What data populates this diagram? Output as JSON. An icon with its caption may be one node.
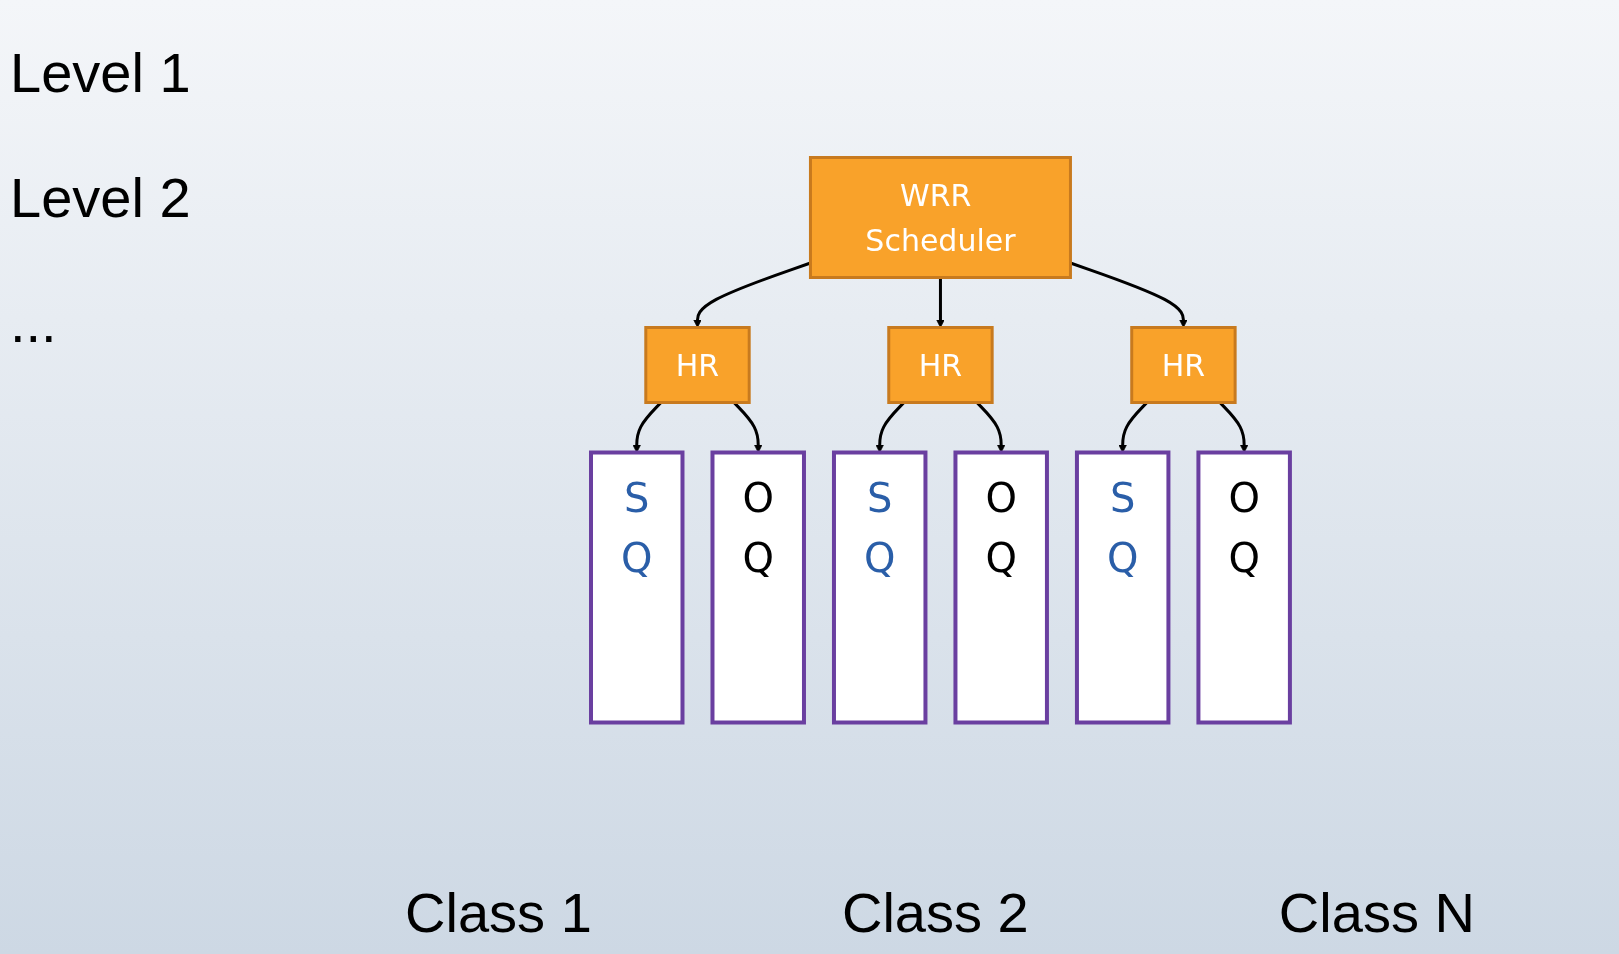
{
  "diagram": {
    "nodes": [
      {
        "text": [
          "WRR Scheduler"
        ]
      },
      {
        "text": [
          "HR"
        ]
      },
      {
        "text": [
          "HR"
        ]
      },
      {
        "text": [
          "HR"
        ]
      },
      {
        "text": [
          "S Q"
        ]
      },
      {
        "text": [
          "O Q"
        ]
      },
      {
        "text": [
          "S Q"
        ]
      },
      {
        "text": [
          "O Q"
        ]
      },
      {
        "text": [
          "S Q"
        ]
      },
      {
        "text": [
          "O Q"
        ]
      }
    ],
    "edges": [
      {
        "from": 0,
        "to": 1,
        "arrow": "to"
      },
      {
        "from": 0,
        "to": 2,
        "arrow": "to"
      },
      {
        "from": 0,
        "to": 3,
        "arrow": "to"
      },
      {
        "from": 1,
        "to": 4,
        "arrow": "to"
      },
      {
        "from": 1,
        "to": 5,
        "arrow": "to"
      },
      {
        "from": 2,
        "to": 6,
        "arrow": "to"
      },
      {
        "from": 2,
        "to": 7,
        "arrow": "to"
      },
      {
        "from": 3,
        "to": 8,
        "arrow": "to"
      },
      {
        "from": 3,
        "to": 9,
        "arrow": "to"
      }
    ],
    "labels": [
      "Level 1",
      "Level 2",
      "...",
      "Class 1",
      "Class 2",
      "Class N"
    ]
  }
}
